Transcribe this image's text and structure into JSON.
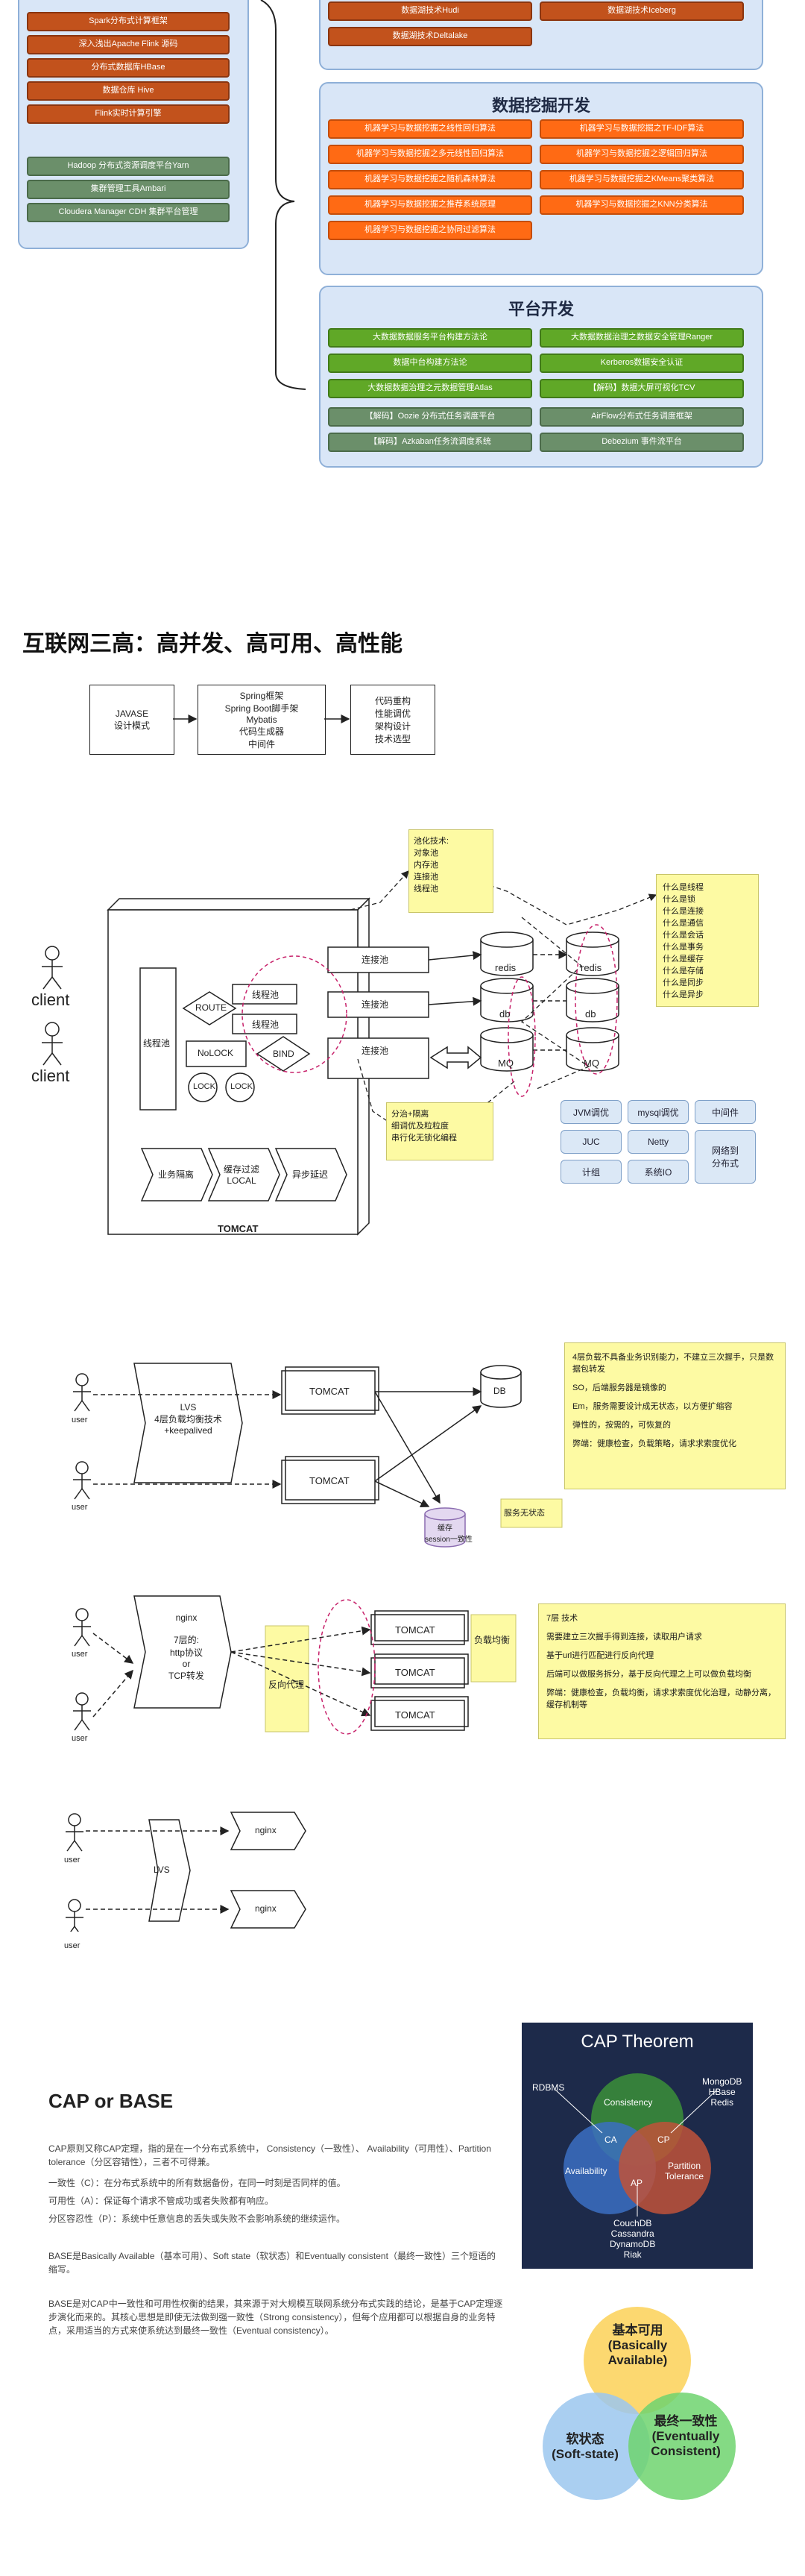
{
  "big_data": {
    "left_red_items": [
      "Spark分布式计算框架",
      "深入浅出Apache Flink 源码",
      "分布式数据库HBase",
      "数据仓库 Hive",
      "Flink实时计算引擎"
    ],
    "left_dark_items": [
      "Hadoop 分布式资源调度平台Yarn",
      "集群管理工具Ambari",
      "Cloudera Manager CDH 集群平台管理"
    ],
    "top_red_items": [
      "数据湖技术Hudi",
      "数据湖技术Iceberg",
      "数据湖技术Deltalake"
    ],
    "mining": {
      "title": "数据挖掘开发",
      "items": [
        "机器学习与数据挖掘之线性回归算法",
        "机器学习与数据挖掘之TF-IDF算法",
        "机器学习与数据挖掘之多元线性回归算法",
        "机器学习与数据挖掘之逻辑回归算法",
        "机器学习与数据挖掘之随机森林算法",
        "机器学习与数据挖掘之KMeans聚类算法",
        "机器学习与数据挖掘之推荐系统原理",
        "机器学习与数据挖掘之KNN分类算法",
        "机器学习与数据挖掘之协同过滤算法"
      ]
    },
    "platform": {
      "title": "平台开发",
      "green_items": [
        "大数据数据服务平台构建方法论",
        "大数据数据治理之数据安全管理Ranger",
        "数据中台构建方法论",
        "Kerberos数据安全认证",
        "大数据数据治理之元数据管理Atlas",
        "【解码】数据大屏可视化TCV"
      ],
      "dark_items": [
        "【解码】Oozie 分布式任务调度平台",
        "AirFlow分布式任务调度框架",
        "【解码】Azkaban任务流调度系统",
        "Debezium 事件流平台"
      ]
    }
  },
  "internet": {
    "title": "互联网三高：高并发、高可用、高性能",
    "flow_boxes": [
      "JAVASE\n设计模式",
      "Spring框架\nSpring Boot脚手架\nMybatis\n代码生成器\n中间件",
      "代码重构\n性能调优\n架构设计\n技术选型"
    ],
    "note_pool": "池化技术:\n对象池\n内存池\n连接池\n线程池",
    "note_what": "什么是线程\n什么是锁\n什么是连接\n什么是通信\n什么是会话\n什么是事务\n什么是缓存\n什么是存储\n什么是同步\n什么是异步",
    "note_split": "分治+隔离\n细调优及粒粒度\n串行化无锁化编程",
    "client_label": "client",
    "tomcat_label": "TOMCAT",
    "thread_pool": "线程池",
    "route": "ROUTE",
    "nolock": "NoLOCK",
    "bind": "BIND",
    "lock": "LOCK",
    "pipes": [
      "业务隔离",
      "缓存过滤\nLOCAL",
      "异步延迟"
    ],
    "conn_pool": "连接池",
    "stores": [
      "redis",
      "db",
      "MQ"
    ],
    "tech_tags": [
      "JVM调优",
      "mysql调优",
      "中间件",
      "JUC",
      "Netty",
      "计组",
      "系统IO",
      "网络到\n分布式"
    ]
  },
  "lb": {
    "user_label": "user",
    "lvs_text": "LVS\n4层负载均衡技术\n+keepalived",
    "tomcat": "TOMCAT",
    "db": "DB",
    "session": "缓存\nsession一致性",
    "stateless": "服务无状态",
    "note4": [
      "4层负载不具备业务识别能力，不建立三次握手，只是数据包转发",
      "SO，后端服务器是镜像的",
      "Em，服务需要设计成无状态，以方便扩缩容",
      "弹性的，按需的，可恢复的",
      "弊端：健康检查，负载策略，请求求索度优化"
    ],
    "nginx_text": "nginx\n\n7层的:\nhttp协议\nor\nTCP转发",
    "reverse_proxy": "反向代理",
    "lb_note": "负载均衡",
    "note7": [
      "7层 技术",
      "需要建立三次握手得到连接，读取用户请求",
      "基于url进行匹配进行反向代理",
      "后端可以做服务拆分，基于反向代理之上可以做负载均衡",
      "弊端：健康检查，负载均衡，请求求索度优化治理，动静分离，缓存机制等"
    ],
    "lvs_small": "LVS",
    "nginx_small": "nginx"
  },
  "cap": {
    "title": "CAP or BASE",
    "p1": "CAP原则又称CAP定理，指的是在一个分布式系统中， Consistency（一致性）、 Availability（可用性）、Partition tolerance（分区容错性），三者不可得兼。",
    "p2": "一致性（C）：在分布式系统中的所有数据备份，在同一时刻是否同样的值。",
    "p3": "可用性（A）：保证每个请求不管成功或者失败都有响应。",
    "p4": "分区容忍性（P）：系统中任意信息的丢失或失败不会影响系统的继续运作。",
    "p5": "BASE是Basically Available（基本可用）、Soft state（软状态）和Eventually consistent（最终一致性）三个短语的缩写。",
    "p6": "BASE是对CAP中一致性和可用性权衡的结果，其来源于对大规模互联网系统分布式实践的结论，是基于CAP定理逐步演化而来的。其核心思想是即使无法做到强一致性（Strong consistency），但每个应用都可以根据自身的业务特点，采用适当的方式来使系统达到最终一致性（Eventual consistency）。",
    "theorem_title": "CAP Theorem",
    "circles": [
      "Consistency",
      "Availability",
      "Partition\nTolerance"
    ],
    "overlaps": [
      "CA",
      "CP",
      "AP"
    ],
    "rdbms": "RDBMS",
    "cp_systems": "MongoDB\nHBase\nRedis",
    "ap_systems": "CouchDB\nCassandra\nDynamoDB\nRiak",
    "base_circles": [
      "基本可用\n(Basically\nAvailable)",
      "软状态\n(Soft-state)",
      "最终一致性\n(Eventually\nConsistent)"
    ]
  }
}
